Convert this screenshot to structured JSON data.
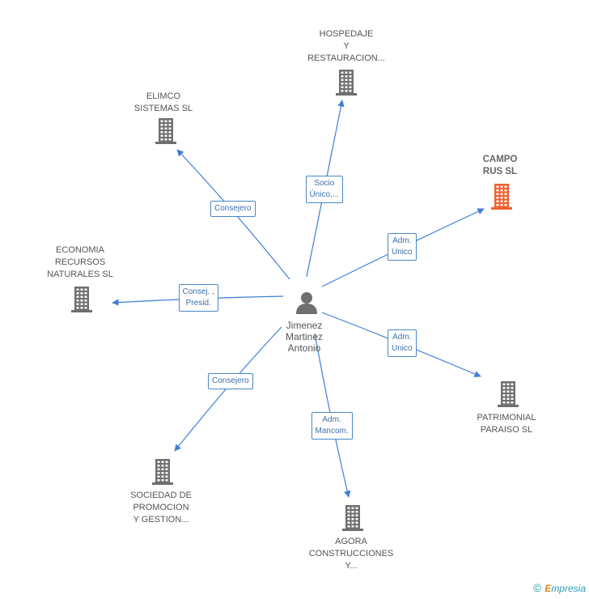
{
  "colors": {
    "edge": "#3f7fd6",
    "building": "#6f6f6f",
    "building_highlight": "#f0602f",
    "person": "#6f6f6f",
    "edge_label_border": "#4a86c8"
  },
  "center": {
    "icon": "person-icon",
    "name_lines": [
      "Jimenez",
      "Martinez",
      "Antonio"
    ]
  },
  "nodes": [
    {
      "id": "hospedaje",
      "icon": "building-icon",
      "highlight": false,
      "lines": [
        "HOSPEDAJE",
        "Y",
        "RESTAURACION..."
      ],
      "relation": [
        "Socio",
        "Único,..."
      ]
    },
    {
      "id": "elimco",
      "icon": "building-icon",
      "highlight": false,
      "lines": [
        "ELIMCO",
        "SISTEMAS SL"
      ],
      "relation": [
        "Consejero"
      ]
    },
    {
      "id": "campo-rus",
      "icon": "building-icon",
      "highlight": true,
      "lines": [
        "CAMPO",
        "RUS SL"
      ],
      "relation": [
        "Adm.",
        "Unico"
      ]
    },
    {
      "id": "economia",
      "icon": "building-icon",
      "highlight": false,
      "lines": [
        "ECONOMIA",
        "RECURSOS",
        "NATURALES SL"
      ],
      "relation": [
        "Consej. ,",
        "Presid."
      ]
    },
    {
      "id": "patrimonial",
      "icon": "building-icon",
      "highlight": false,
      "lines": [
        "PATRIMONIAL",
        "PARAISO SL"
      ],
      "relation": [
        "Adm.",
        "Unico"
      ]
    },
    {
      "id": "sociedad",
      "icon": "building-icon",
      "highlight": false,
      "lines": [
        "SOCIEDAD DE",
        "PROMOCION",
        "Y GESTION..."
      ],
      "relation": [
        "Consejero"
      ]
    },
    {
      "id": "agora",
      "icon": "building-icon",
      "highlight": false,
      "lines": [
        "AGORA",
        "CONSTRUCCIONES",
        "Y..."
      ],
      "relation": [
        "Adm.",
        "Mancom."
      ]
    }
  ],
  "footer": {
    "copyright": "©",
    "brand_first": "E",
    "brand_rest": "mpresia"
  }
}
